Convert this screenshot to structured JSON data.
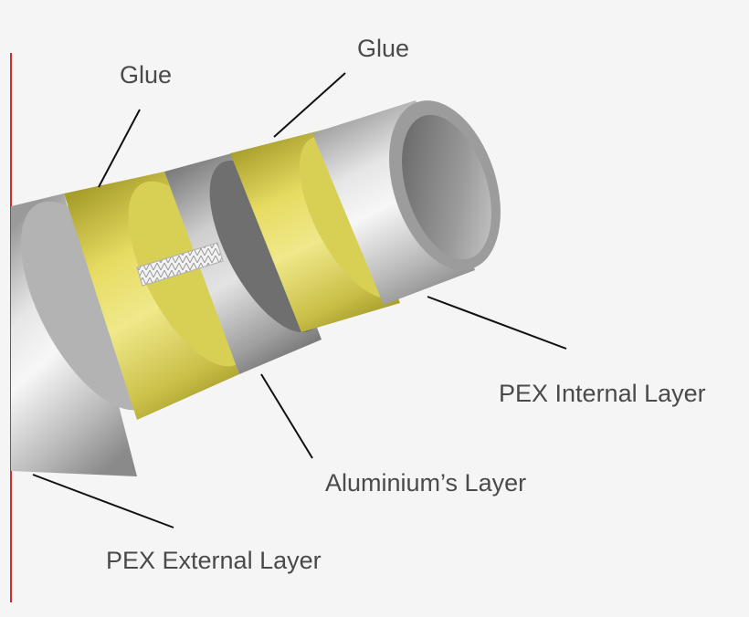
{
  "labels": {
    "glue_left": "Glue",
    "glue_right": "Glue",
    "pex_internal": "PEX Internal Layer",
    "aluminium": "Aluminium’s Layer",
    "pex_external": "PEX External Layer"
  },
  "colors": {
    "background": "#f5f5f5",
    "edge_line": "#d42a2a",
    "pex": "#c8c8c8",
    "glue": "#e2d860",
    "aluminium": "#a9a9a9",
    "label_text": "#4a4a4a"
  }
}
